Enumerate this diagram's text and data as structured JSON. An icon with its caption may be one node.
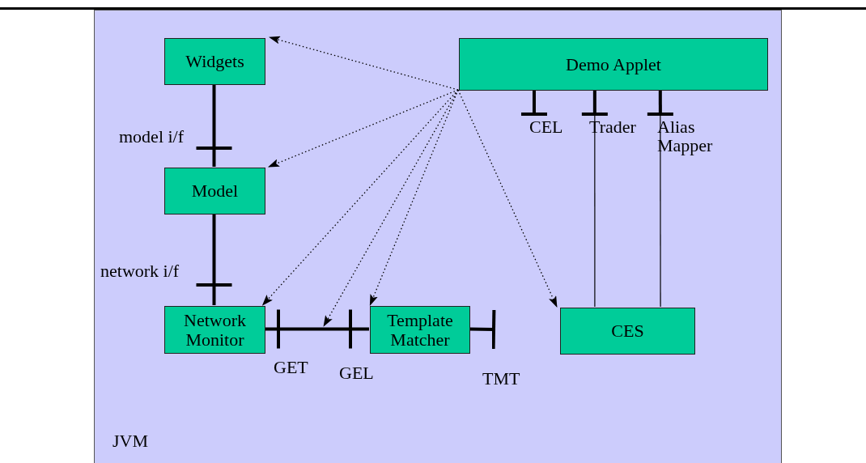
{
  "diagram": {
    "nodes": [
      {
        "text": [
          "JVM"
        ]
      },
      {
        "text": [
          "Widgets"
        ],
        "in": 0
      },
      {
        "text": [
          "Demo Applet"
        ],
        "in": 0
      },
      {
        "text": [
          "Model"
        ],
        "in": 0
      },
      {
        "text": [
          "Network Monitor"
        ],
        "in": 0
      },
      {
        "text": [
          "Template Matcher"
        ],
        "in": 0
      },
      {
        "text": [
          "CES"
        ],
        "in": 0
      }
    ],
    "edges": [
      {
        "from": 2,
        "to": 1,
        "arrow": "to",
        "style": "dashed"
      },
      {
        "from": 2,
        "to": 3,
        "arrow": "to",
        "style": "dashed"
      },
      {
        "from": 2,
        "to": 4,
        "arrow": "to",
        "style": "dashed"
      },
      {
        "from": 2,
        "to": null,
        "arrow": "to",
        "style": "dashed"
      },
      {
        "from": 2,
        "to": 5,
        "arrow": "to",
        "style": "dashed"
      },
      {
        "from": 2,
        "to": 6,
        "arrow": "to",
        "style": "dashed"
      },
      {
        "from": 1,
        "to": 3,
        "arrow": "other",
        "style": "thick",
        "label": "model i/f"
      },
      {
        "from": 3,
        "to": 4,
        "arrow": "other",
        "style": "thick",
        "label": "network i/f"
      },
      {
        "from": 4,
        "to": 5,
        "arrow": "other",
        "style": "thick"
      },
      {
        "from": 5,
        "to": null,
        "arrow": "other",
        "style": "thick",
        "label": "TMT"
      },
      {
        "from": 2,
        "to": null,
        "arrow": "other",
        "style": "thick",
        "label": "CEL"
      },
      {
        "from": 6,
        "to": 2,
        "arrow": "other",
        "label": "Trader"
      },
      {
        "from": 6,
        "to": 2,
        "arrow": "other",
        "label": "Alias Mapper"
      }
    ],
    "labels": [
      "GET",
      "GEL"
    ]
  }
}
